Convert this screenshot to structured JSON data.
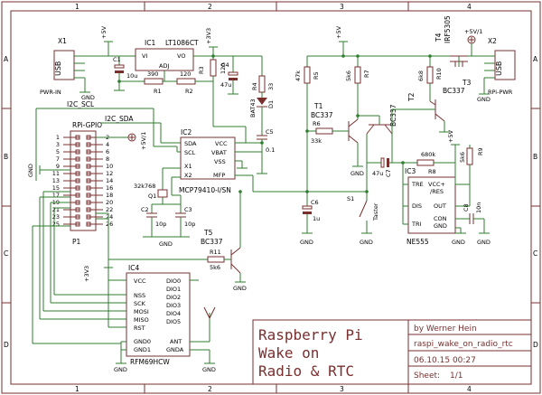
{
  "frame": {
    "columns": [
      "1",
      "2",
      "3",
      "4"
    ],
    "rows": [
      "A",
      "B",
      "C",
      "D"
    ]
  },
  "title_block": {
    "title_lines": [
      "Raspberry Pi",
      "Wake on",
      "Radio & RTC"
    ],
    "author": "by Werner Hein",
    "filename": "raspi_wake_on_radio_rtc",
    "date": "06.10.15 00:27",
    "sheet": "Sheet:",
    "sheet_value": "1/1"
  },
  "nets": {
    "i2c_scl": "I2C_SCL",
    "i2c_sda": "I2C_SDA",
    "gnd": "GND",
    "v5": "+5V",
    "v33": "+3V3",
    "v51": "+5V/1"
  },
  "components": {
    "x1": {
      "ref": "X1",
      "label": "USB",
      "net": "PWR-IN"
    },
    "x2": {
      "ref": "X2",
      "label": "USB",
      "net": "RPi-PWR"
    },
    "ic1": {
      "ref": "IC1",
      "value": "LT1086CT",
      "pins": [
        "VI",
        "VO",
        "ADJ"
      ]
    },
    "c1": {
      "ref": "C1",
      "value": "10u"
    },
    "r1": {
      "ref": "R1",
      "value": "390"
    },
    "r2": {
      "ref": "R2",
      "value": "120"
    },
    "r3": {
      "ref": "R3",
      "value": "120"
    },
    "c4": {
      "ref": "C4",
      "value": "47u"
    },
    "r4": {
      "ref": "R4",
      "value": "33"
    },
    "d1": {
      "ref": "D1",
      "value": "BAT43"
    },
    "c5": {
      "ref": "C5",
      "value": "0.1"
    },
    "p1": {
      "ref": "P1",
      "value": "RPi-GPIO",
      "pin_numbers": [
        "1",
        "3",
        "5",
        "7",
        "9",
        "11",
        "13",
        "15",
        "17",
        "19",
        "21",
        "23",
        "25"
      ],
      "pin_numbers_even": [
        "2",
        "4",
        "6",
        "8",
        "10",
        "12",
        "14",
        "16",
        "18",
        "20",
        "22",
        "24",
        "26"
      ]
    },
    "ic2": {
      "ref": "IC2",
      "value": "MCP79410-I/SN",
      "pins_left": [
        "SDA",
        "SCL",
        "X1",
        "X2"
      ],
      "pins_right": [
        "VCC",
        "VBAT",
        "VSS",
        "MFP"
      ]
    },
    "crystal": {
      "ref": "Q1",
      "value": "32k768"
    },
    "c2": {
      "ref": "C2",
      "value": "10p"
    },
    "c3": {
      "ref": "C3",
      "value": "10p"
    },
    "t5": {
      "ref": "T5",
      "value": "BC337"
    },
    "r11": {
      "ref": "R11",
      "value": "5k6"
    },
    "ic4": {
      "ref": "IC4",
      "value": "RFM69HCW",
      "pins_left": [
        "VCC",
        "NSS",
        "SCK",
        "MOSI",
        "MISO",
        "RST",
        "GND0",
        "GND1"
      ],
      "pins_right": [
        "DIO0",
        "DIO1",
        "DIO2",
        "DIO3",
        "DIO4",
        "DIO5",
        "ANT",
        "GNDA"
      ]
    },
    "r5": {
      "ref": "R5",
      "value": "47k"
    },
    "r6": {
      "ref": "R6",
      "value": "33k"
    },
    "r7": {
      "ref": "R7",
      "value": "5k6"
    },
    "t1": {
      "ref": "T1",
      "value": "BC337"
    },
    "t2": {
      "ref": "T2",
      "value": "BC337"
    },
    "c6": {
      "ref": "C6",
      "value": "1u"
    },
    "s1": {
      "ref": "S1",
      "value": "Taster"
    },
    "c7": {
      "ref": "C7",
      "value": "47u"
    },
    "r8": {
      "ref": "R8",
      "value": "680k"
    },
    "r9": {
      "ref": "R9",
      "value": "5k6"
    },
    "r10": {
      "ref": "R10",
      "value": "6k8"
    },
    "t3": {
      "ref": "T3",
      "value": "BC337"
    },
    "t4": {
      "ref": "T4",
      "value": "IRF5305"
    },
    "ic3": {
      "ref": "IC3",
      "value": "NE555",
      "pins": [
        "TRE",
        "VCC+",
        "/RES",
        "DIS",
        "OUT",
        "TRI",
        "CON",
        "GND"
      ]
    },
    "c8": {
      "ref": "C8",
      "value": "10n"
    }
  }
}
